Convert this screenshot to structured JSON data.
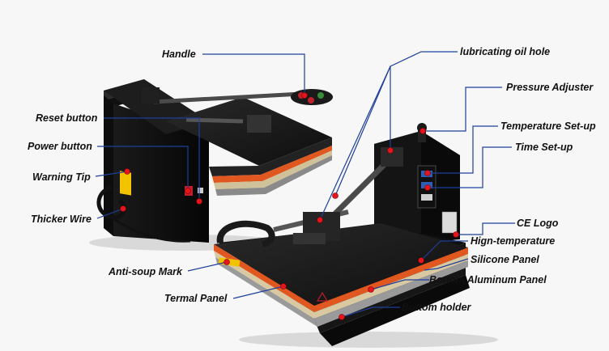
{
  "callouts": {
    "handle": "Handle",
    "lubricating_oil_hole": "lubricating oil hole",
    "pressure_adjuster": "Pressure Adjuster",
    "reset_button": "Reset button",
    "temperature_setup": "Temperature Set-up",
    "power_button": "Power button",
    "time_setup": "Time Set-up",
    "warning_tip": "Warning Tip",
    "thicker_wire": "Thicker Wire",
    "ce_logo": "CE Logo",
    "high_temperature": "Hign-temperature",
    "silicone_panel": "Silicone Panel",
    "anti_soup_mark": "Anti-soup Mark",
    "bottom_aluminum_panel": "Bottom Aluminum Panel",
    "termal_panel": "Termal Panel",
    "bottom_holder": "Bottom holder"
  },
  "colors": {
    "leader_line": "#1f3f9a",
    "callout_dot": "#e8141b",
    "machine_body": "#151515",
    "warning_sticker": "#f2c400",
    "silicone": "#e0571f"
  }
}
